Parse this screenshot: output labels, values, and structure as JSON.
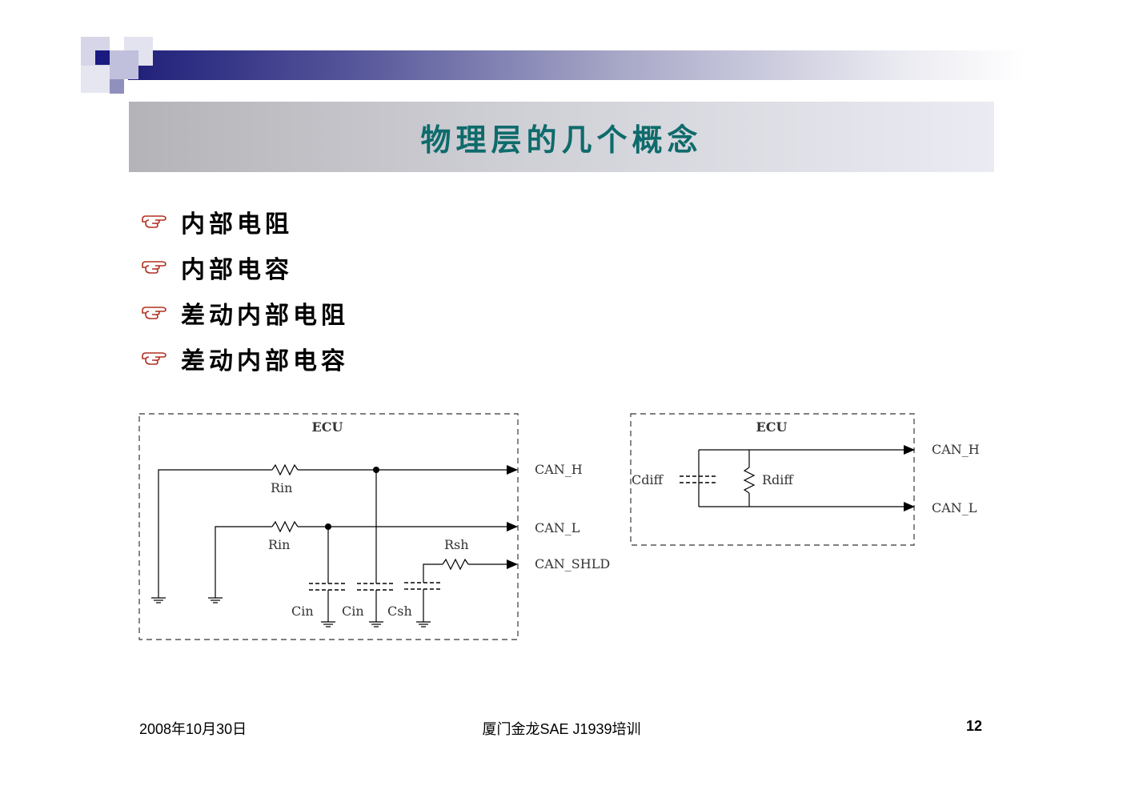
{
  "slide": {
    "title": "物理层的几个概念",
    "bullets": [
      "内部电阻",
      "内部电容",
      "差动内部电阻",
      "差动内部电容"
    ]
  },
  "diagram_left": {
    "box_label": "ECU",
    "resistor_in_1": "Rin",
    "resistor_in_2": "Rin",
    "resistor_shield": "Rsh",
    "cap_1": "Cin",
    "cap_2": "Cin",
    "cap_3": "Csh",
    "line_h": "CAN_H",
    "line_l": "CAN_L",
    "line_shld": "CAN_SHLD"
  },
  "diagram_right": {
    "box_label": "ECU",
    "cap": "Cdiff",
    "resistor": "Rdiff",
    "line_h": "CAN_H",
    "line_l": "CAN_L"
  },
  "footer": {
    "date": "2008年10月30日",
    "center": "厦门金龙SAE J1939培训",
    "page": "12"
  },
  "colors": {
    "title": "#0e6b6b",
    "header_dark": "#1f1f7a",
    "bullet_icon": "#b03020"
  }
}
